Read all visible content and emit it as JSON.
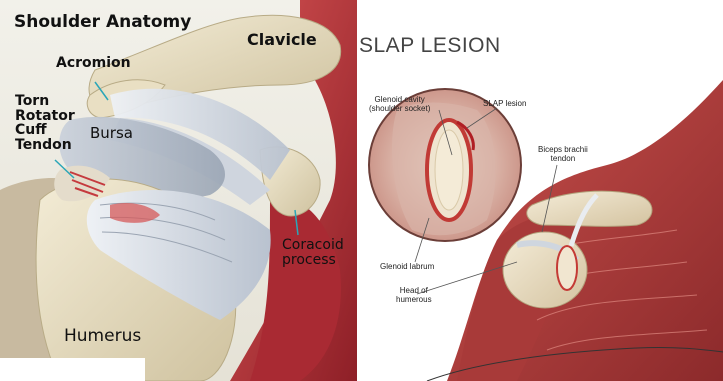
{
  "left_panel": {
    "title": "Shoulder Anatomy",
    "labels": {
      "clavicle": "Clavicle",
      "acromion": "Acromion",
      "torn_rotator_cuff_tendon": [
        "Torn",
        "Rotator",
        "Cuff",
        "Tendon"
      ],
      "bursa": "Bursa",
      "coracoid_process": [
        "Coracoid",
        "process"
      ],
      "humerus": "Humerus"
    }
  },
  "right_panel": {
    "title": "SLAP LESION",
    "labels": {
      "glenoid_cavity": [
        "Glenoid cavity",
        "(shoulder socket)"
      ],
      "slap_lesion": "SLAP lesion",
      "biceps_brachii_tendon": [
        "Biceps brachii",
        "tendon"
      ],
      "glenoid_labrum": "Glenoid labrum",
      "head_of_humerous": [
        "Head of",
        "humerous"
      ]
    }
  },
  "colors": {
    "bone": "#e3d9bd",
    "muscle": "#b9353a",
    "tendon": "#d7dde6",
    "pointer_left": "#2aa6b8",
    "background_right": "#ffffff"
  }
}
